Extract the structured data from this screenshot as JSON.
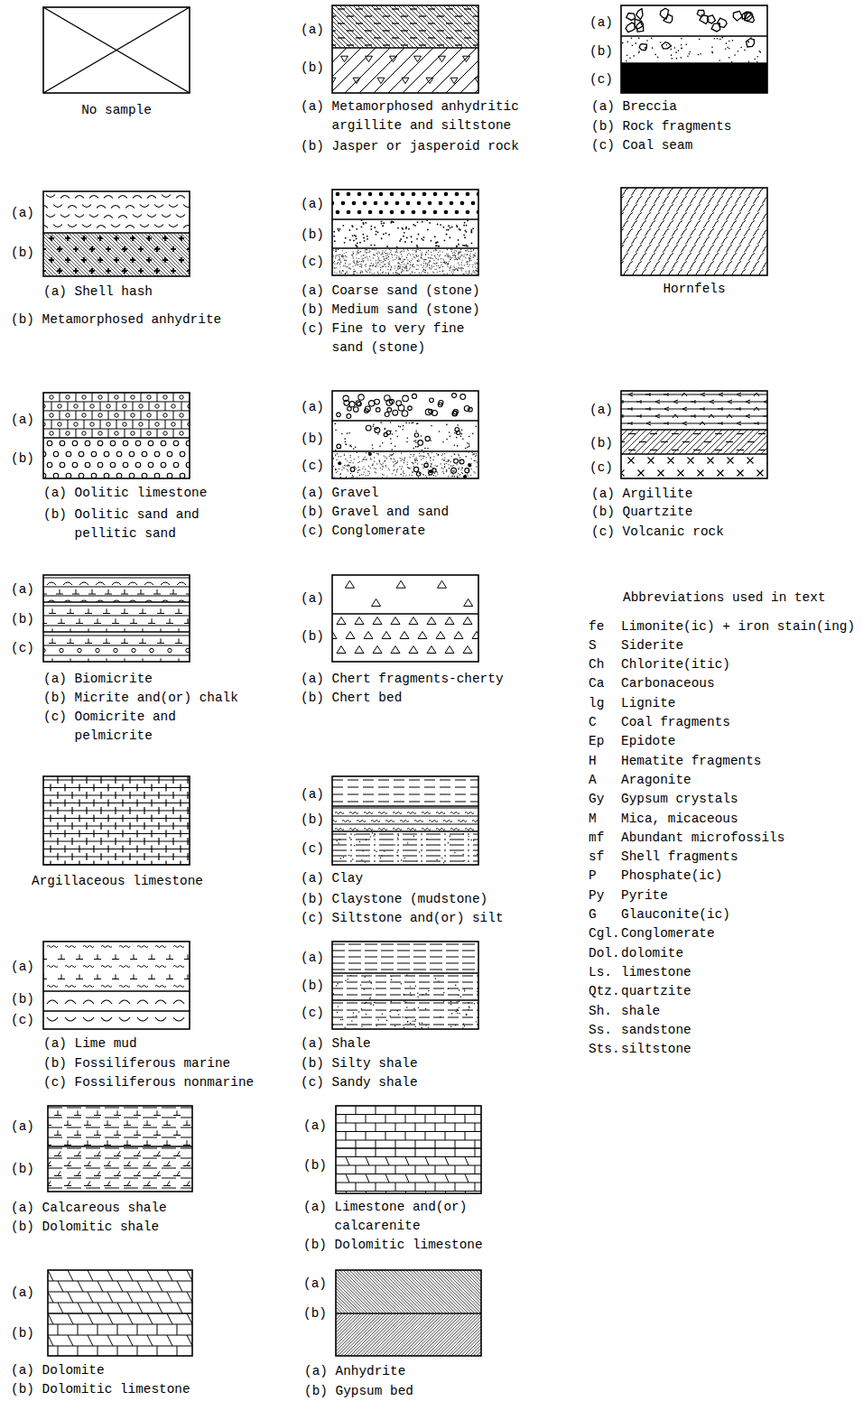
{
  "diagram": {
    "labels": [
      "(a)",
      "(b)",
      "(a)",
      "(b)",
      "(c)",
      "(a)",
      "(b)",
      "(a)",
      "(b)",
      "(c)",
      "(a)",
      "(b)",
      "(a)",
      "(b)",
      "(c)",
      "(a)",
      "(b)",
      "(c)",
      "(a)",
      "(b)",
      "(c)",
      "(a)",
      "(b)",
      "(a)",
      "(b)",
      "(c)",
      "(a)",
      "(b)",
      "(c)",
      "(a)",
      "(b)",
      "(c)",
      "(a)",
      "(b)",
      "(a)",
      "(b)",
      "(a)",
      "(b)",
      "(a)",
      "(b)",
      "Abbreviations used in text",
      "fe",
      "Limonite(ic) + iron stain(ing)",
      "S",
      "Siderite",
      "Ch",
      "Chlorite(itic)",
      "Ca",
      "Carbonaceous",
      "lg",
      "Lignite",
      "C",
      "Coal fragments",
      "Ep",
      "Epidote",
      "H",
      "Hematite fragments",
      "A",
      "Aragonite",
      "Gy",
      "Gypsum crystals",
      "M",
      "Mica, micaceous",
      "mf",
      "Abundant microfossils",
      "sf",
      "Shell fragments",
      "P",
      "Phosphate(ic)",
      "Py",
      "Pyrite",
      "G",
      "Glauconite(ic)",
      "Cgl.",
      "Conglomerate",
      "Dol.",
      "dolomite",
      "Ls.",
      "limestone",
      "Qtz.",
      "quartzite",
      "Sh.",
      "shale",
      "Ss.",
      "sandstone",
      "Sts.",
      "siltstone"
    ],
    "legend": [
      {
        "text": "No sample"
      },
      {
        "text": "(a) Metamorphosed anhydritic argillite and siltstone"
      },
      {
        "text": "(b) Jasper or jasperoid rock"
      },
      {
        "text": "(a) Breccia"
      },
      {
        "text": "(b) Rock fragments"
      },
      {
        "text": "(c) Coal seam"
      },
      {
        "text": "(a) Shell hash"
      },
      {
        "text": "(b) Metamorphosed anhydrite"
      },
      {
        "text": "(a) Coarse sand (stone)"
      },
      {
        "text": "(b) Medium sand (stone)"
      },
      {
        "text": "(c) Fine to very fine sand (stone)"
      },
      {
        "text": "Hornfels"
      },
      {
        "text": "(a) Oolitic limestone"
      },
      {
        "text": "(b) Oolitic sand and pellitic sand"
      },
      {
        "text": "(a) Gravel"
      },
      {
        "text": "(b) Gravel and sand"
      },
      {
        "text": "(c) Conglomerate"
      },
      {
        "text": "(a) Argillite"
      },
      {
        "text": "(b) Quartzite"
      },
      {
        "text": "(c) Volcanic rock"
      },
      {
        "text": "(a) Biomicrite"
      },
      {
        "text": "(b) Micrite and(or) chalk"
      },
      {
        "text": "(c) Oomicrite and pelmicrite"
      },
      {
        "text": "(a) Chert fragments-cherty"
      },
      {
        "text": "(b) Chert bed"
      },
      {
        "text": "Argillaceous limestone"
      },
      {
        "text": "(a) Clay"
      },
      {
        "text": "(b) Claystone (mudstone)"
      },
      {
        "text": "(c) Siltstone and(or) silt"
      },
      {
        "text": "(a) Lime mud"
      },
      {
        "text": "(b) Fossiliferous marine"
      },
      {
        "text": "(c) Fossiliferous nonmarine"
      },
      {
        "text": "(a) Shale"
      },
      {
        "text": "(b) Silty shale"
      },
      {
        "text": "(c) Sandy shale"
      },
      {
        "text": "(a) Calcareous shale"
      },
      {
        "text": "(b) Dolomitic shale"
      },
      {
        "text": "(a) Limestone and(or) calcarenite"
      },
      {
        "text": "(b) Dolomitic limestone"
      },
      {
        "text": "(a) Dolomite"
      },
      {
        "text": "(b) Dolomitic limestone"
      },
      {
        "text": "(a) Anhydrite"
      },
      {
        "text": "(b) Gypsum bed"
      }
    ]
  }
}
